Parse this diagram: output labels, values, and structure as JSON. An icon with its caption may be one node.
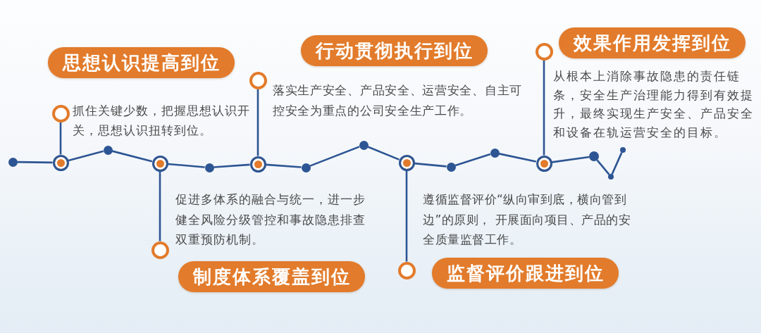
{
  "diagram": {
    "nodes": [
      {
        "text": [
          "思想认识提高到位"
        ]
      },
      {
        "text": [
          "制度体系覆盖到位"
        ]
      },
      {
        "text": [
          "行动贯彻执行到位"
        ]
      },
      {
        "text": [
          "监督评价跟进到位"
        ],
        "beside": [
          "遵循监督评价“纵向审到底，横向管到边”的原则， 开展面向项目、产品的安全质量监督工作。"
        ]
      },
      {
        "text": [
          "效果作用发挥到位"
        ]
      },
      {
        "text": [],
        "shape": "circle"
      },
      {
        "text": [],
        "shape": "circle"
      },
      {
        "text": [],
        "shape": "circle"
      },
      {
        "text": [],
        "shape": "circle"
      },
      {
        "text": [],
        "shape": "circle"
      },
      {
        "text": [],
        "shape": "circle"
      },
      {
        "text": [],
        "shape": "circle"
      },
      {
        "text": [],
        "shape": "circle"
      },
      {
        "text": [],
        "shape": "circle"
      },
      {
        "text": [],
        "shape": "circle"
      },
      {
        "text": [],
        "shape": "circle"
      },
      {
        "text": [],
        "shape": "circle"
      },
      {
        "text": [],
        "shape": "circle"
      },
      {
        "text": [],
        "shape": "circle"
      },
      {
        "text": [],
        "shape": "circle"
      },
      {
        "text": [],
        "shape": "circle",
        "beside": [
          "抓住关键少数，把握思想认识开关，思想认识扭转到位。"
        ]
      },
      {
        "text": [],
        "shape": "circle",
        "beside": [
          "促进多体系的融合与统一，进一步健全风险分级管控和事故隐患排查双重预防机制。"
        ]
      },
      {
        "text": [],
        "shape": "circle",
        "beside": [
          "落实生产安全、产品安全、运营安全、自主可控安全为重点的公司安全生产工作。"
        ]
      },
      {
        "text": [],
        "shape": "circle"
      },
      {
        "text": [],
        "shape": "circle",
        "beside": [
          "从根本上消除事故隐患的责任链条，安全生产治理能力得到有效提升，最终实现生产安全、产品安全和设备在轨运营安全的目标。"
        ]
      }
    ],
    "edges": [
      {
        "from": 5,
        "to": 6,
        "arrow": "none"
      },
      {
        "from": 6,
        "to": 7,
        "arrow": "none"
      },
      {
        "from": 7,
        "to": 8,
        "arrow": "none"
      },
      {
        "from": 8,
        "to": 9,
        "arrow": "none"
      },
      {
        "from": 9,
        "to": 10,
        "arrow": "none"
      },
      {
        "from": 10,
        "to": 11,
        "arrow": "none"
      },
      {
        "from": 11,
        "to": 12,
        "arrow": "none"
      },
      {
        "from": 12,
        "to": 13,
        "arrow": "none"
      },
      {
        "from": 13,
        "to": 14,
        "arrow": "none"
      },
      {
        "from": 14,
        "to": 15,
        "arrow": "none"
      },
      {
        "from": 15,
        "to": 16,
        "arrow": "none"
      },
      {
        "from": 16,
        "to": 17,
        "arrow": "none"
      },
      {
        "from": 17,
        "to": 18,
        "arrow": "none"
      },
      {
        "from": 18,
        "to": 19,
        "arrow": "none"
      },
      {
        "from": 6,
        "to": 20,
        "arrow": "none"
      },
      {
        "from": 8,
        "to": 21,
        "arrow": "none"
      },
      {
        "from": 10,
        "to": 22,
        "arrow": "none"
      },
      {
        "from": 13,
        "to": 23,
        "arrow": "none"
      },
      {
        "from": 16,
        "to": 24,
        "arrow": "none"
      }
    ]
  }
}
